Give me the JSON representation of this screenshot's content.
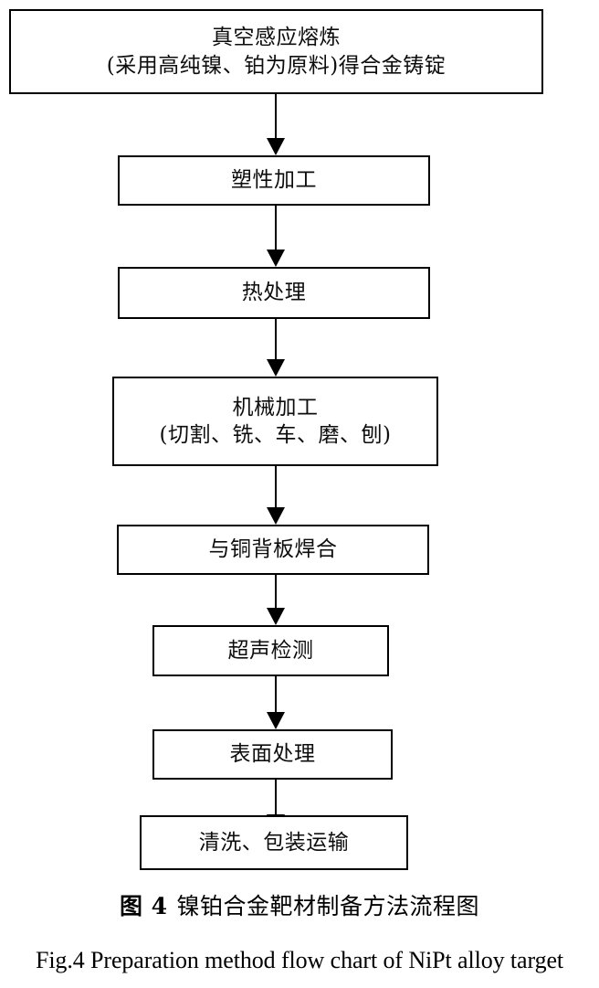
{
  "figure": {
    "type": "flowchart",
    "orientation": "top-to-bottom",
    "nodes": [
      {
        "id": "melting",
        "name": "vacuum-induction-melting",
        "lines": [
          "真空感应熔炼",
          "(采用高纯镍、铂为原料)得合金铸锭"
        ]
      },
      {
        "id": "plastic",
        "name": "plastic-working",
        "lines": [
          "塑性加工"
        ]
      },
      {
        "id": "heat",
        "name": "heat-treatment",
        "lines": [
          "热处理"
        ]
      },
      {
        "id": "machining",
        "name": "mechanical-machining",
        "lines": [
          "机械加工",
          "(切割、铣、车、磨、刨)"
        ]
      },
      {
        "id": "welding",
        "name": "weld-to-copper-backing-plate",
        "lines": [
          "与铜背板焊合"
        ]
      },
      {
        "id": "ultrasonic",
        "name": "ultrasonic-testing",
        "lines": [
          "超声检测"
        ]
      },
      {
        "id": "surface",
        "name": "surface-treatment",
        "lines": [
          "表面处理"
        ]
      },
      {
        "id": "packing",
        "name": "cleaning-packing-transport",
        "lines": [
          "清洗、包装运输"
        ]
      }
    ],
    "edges": [
      {
        "from": "melting",
        "to": "plastic"
      },
      {
        "from": "plastic",
        "to": "heat"
      },
      {
        "from": "heat",
        "to": "machining"
      },
      {
        "from": "machining",
        "to": "welding"
      },
      {
        "from": "welding",
        "to": "ultrasonic"
      },
      {
        "from": "ultrasonic",
        "to": "surface"
      },
      {
        "from": "surface",
        "to": "packing"
      }
    ],
    "colors": {
      "box_border": "#000000",
      "box_fill": "#ffffff",
      "text": "#000000",
      "arrow": "#000000",
      "page_background": "#ffffff"
    }
  },
  "caption": {
    "zh_label": "图 4",
    "zh_text": "镍铂合金靶材制备方法流程图",
    "en_text": "Fig.4 Preparation method flow chart of NiPt alloy target"
  }
}
